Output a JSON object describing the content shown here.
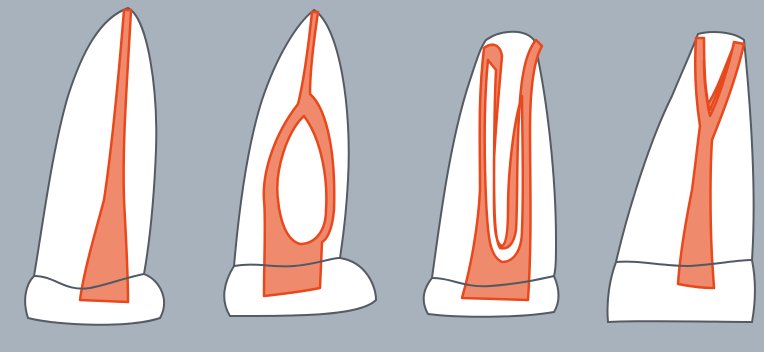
{
  "figure": {
    "colors": {
      "background": "#a8b2bc",
      "tooth_fill": "#ffffff",
      "outline": "#555b63",
      "canal_fill": "#f08a6c",
      "canal_stroke": "#e8481c",
      "cej_line": "#4f5a66"
    },
    "teeth": [
      {
        "name": "single-canal-tooth"
      },
      {
        "name": "split-and-rejoin-canal-tooth"
      },
      {
        "name": "two-separate-canals-tooth"
      },
      {
        "name": "two-canals-joining-tooth"
      }
    ]
  }
}
